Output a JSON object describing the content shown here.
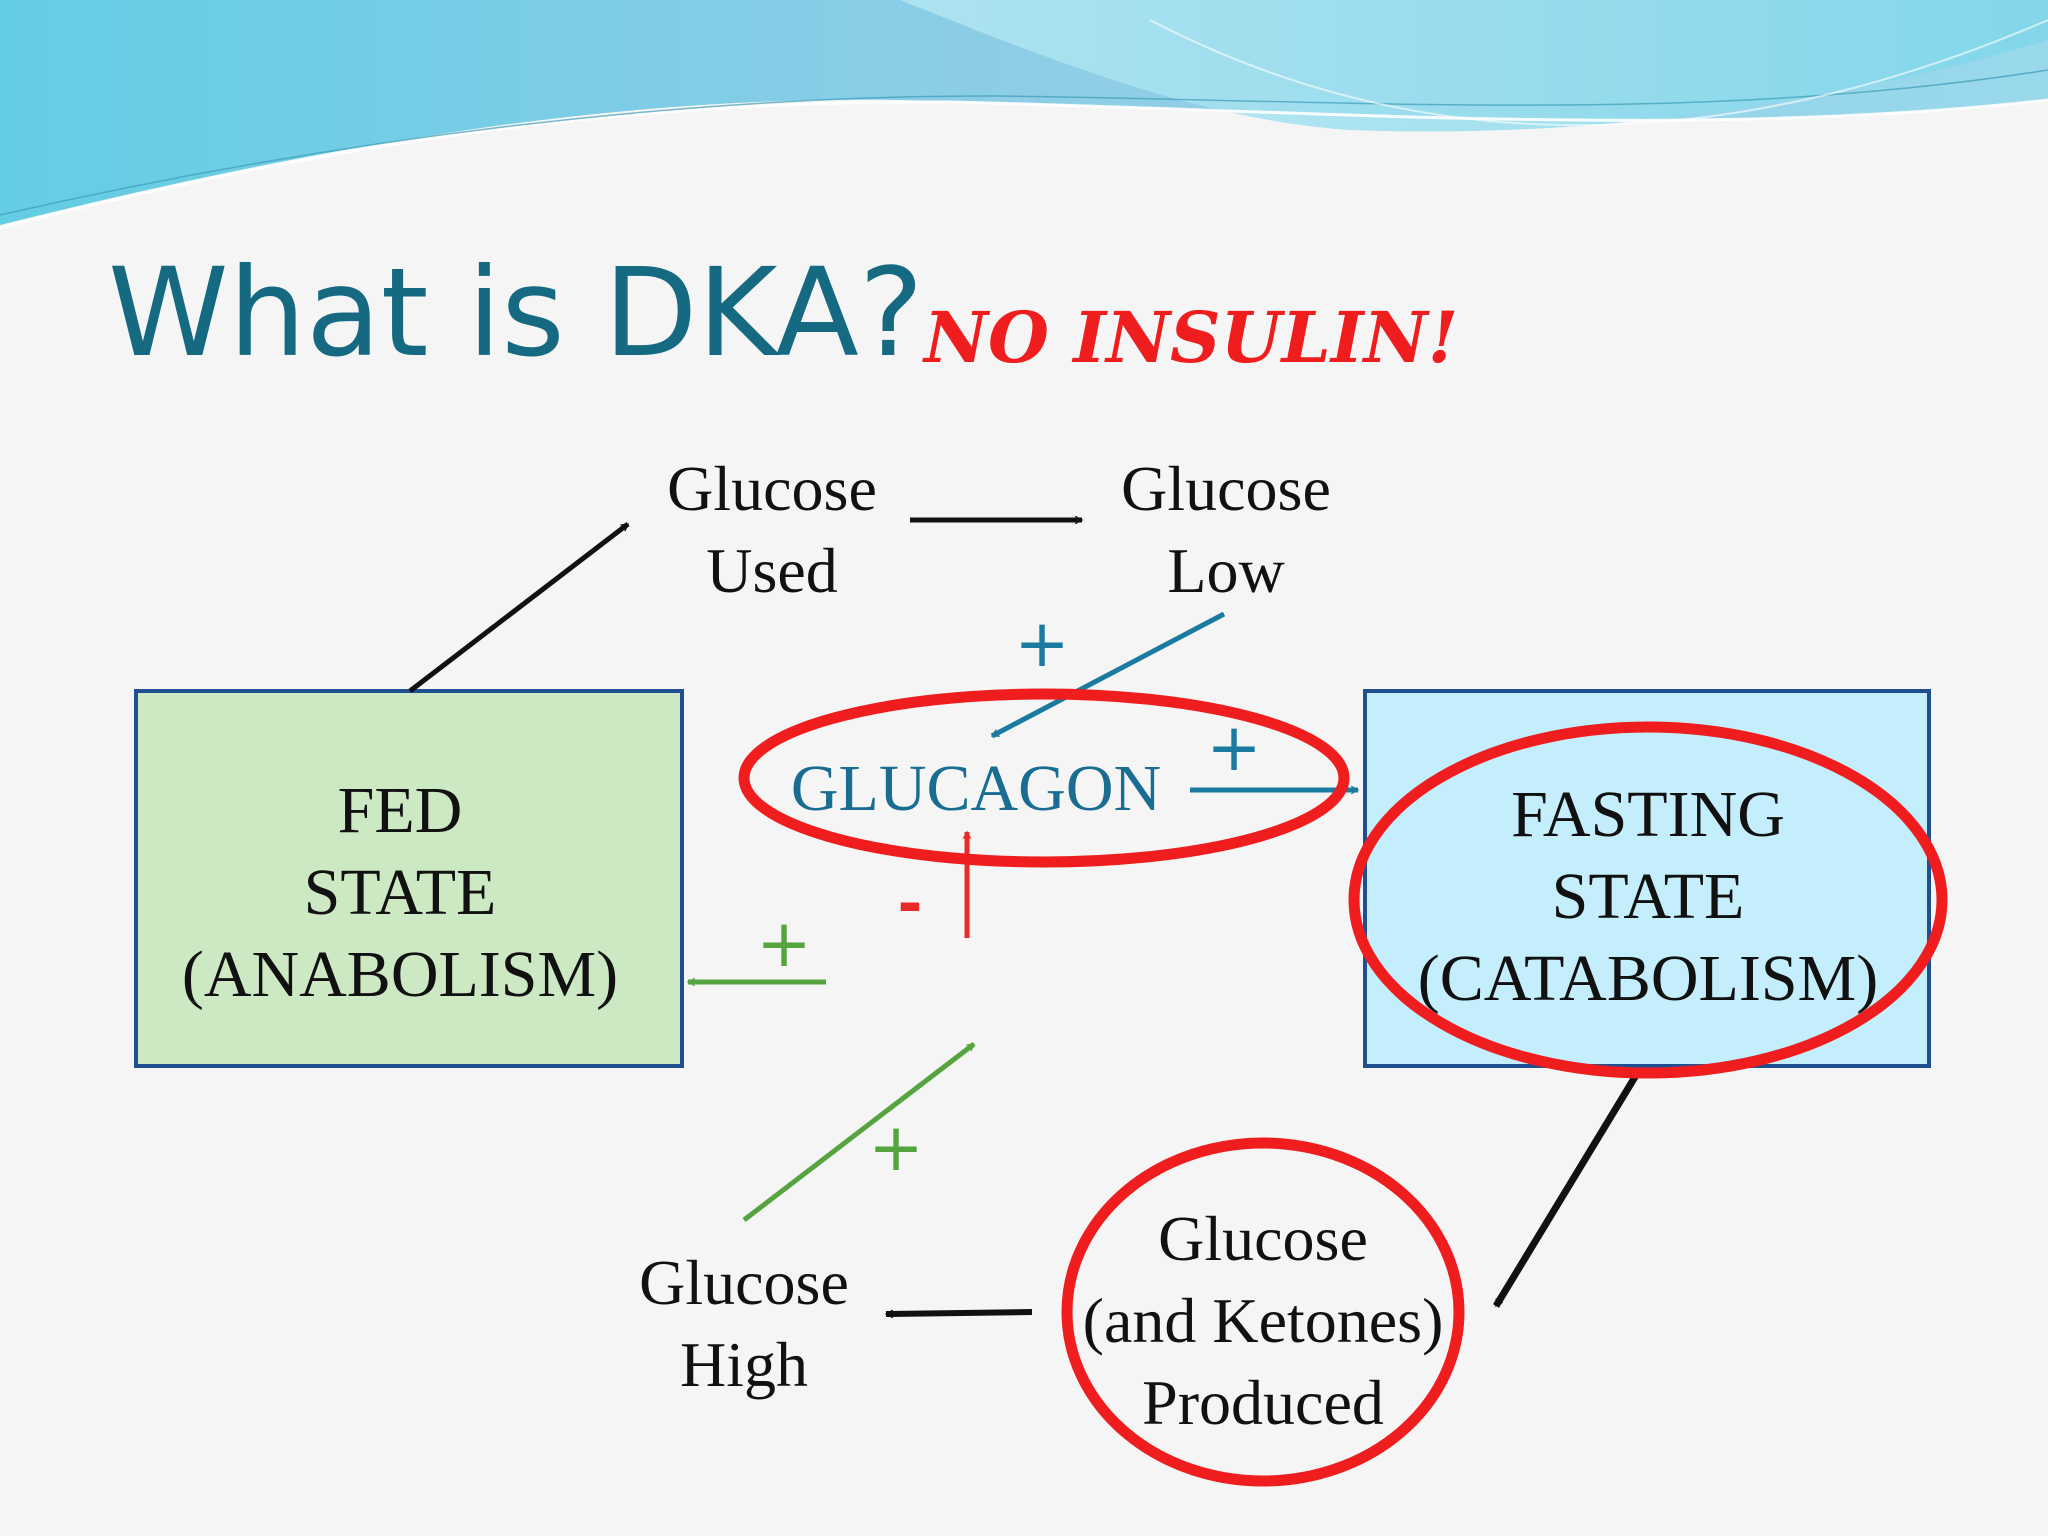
{
  "slide": {
    "title": "What is DKA?",
    "subtitle": "NO INSULIN!"
  },
  "nodes": {
    "glucose_used": {
      "line1": "Glucose",
      "line2": "Used"
    },
    "glucose_low": {
      "line1": "Glucose",
      "line2": "Low"
    },
    "glucagon": {
      "label": "GLUCAGON"
    },
    "fed_state": {
      "line1": "FED",
      "line2": "STATE",
      "line3": "(ANABOLISM)"
    },
    "fasting_state": {
      "line1": "FASTING",
      "line2": "STATE",
      "line3": "(CATABOLISM)"
    },
    "glucose_ketones": {
      "line1": "Glucose",
      "line2": "(and Ketones)",
      "line3": "Produced"
    },
    "glucose_high": {
      "line1": "Glucose",
      "line2": "High"
    }
  },
  "signs": {
    "low_to_glucagon": "+",
    "glucagon_to_fasting": "+",
    "to_fed": "+",
    "high_to_glucagon": "+",
    "inhibit_glucagon": "-"
  },
  "colors": {
    "title": "#156a82",
    "highlight_red": "#ef1d1d",
    "glucagon_blue": "#1a6d92",
    "stimulate_green": "#56a440",
    "fed_fill": "#cce9c4",
    "fasting_fill": "#c4eefc",
    "box_border": "#1f4e91"
  }
}
